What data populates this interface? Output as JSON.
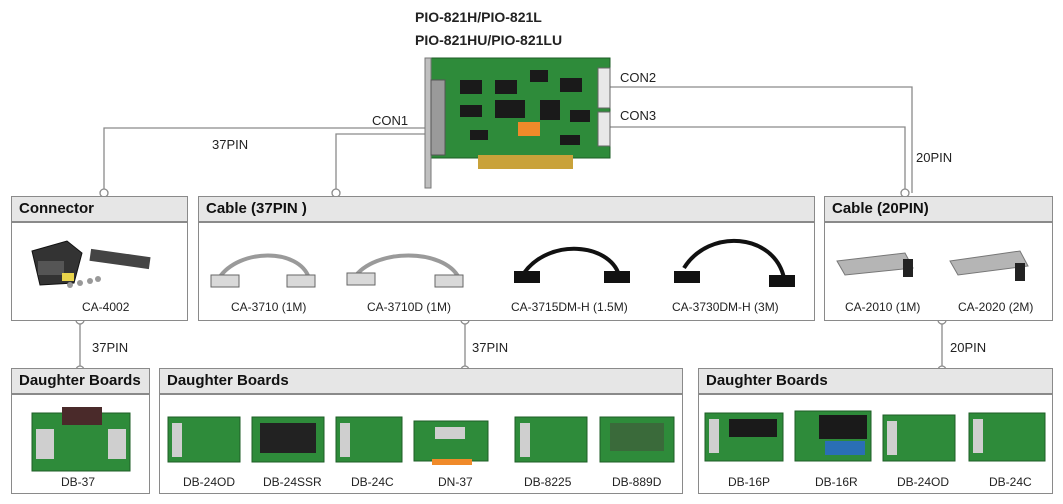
{
  "board": {
    "title_line1": "PIO-821H/PIO-821L",
    "title_line2": "PIO-821HU/PIO-821LU",
    "con1": "CON1",
    "con2": "CON2",
    "con3": "CON3",
    "pin_37": "37PIN",
    "pin_20": "20PIN"
  },
  "sections": {
    "connector": {
      "header": "Connector",
      "items": [
        {
          "label": "CA-4002"
        }
      ]
    },
    "cable37": {
      "header": "Cable (37PIN )",
      "items": [
        {
          "label": "CA-3710 (1M)"
        },
        {
          "label": "CA-3710D (1M)"
        },
        {
          "label": "CA-3715DM-H (1.5M)"
        },
        {
          "label": "CA-3730DM-H (3M)"
        }
      ]
    },
    "cable20": {
      "header": "Cable (20PIN)",
      "items": [
        {
          "label": "CA-2010 (1M)"
        },
        {
          "label": "CA-2020 (2M)"
        }
      ]
    },
    "db_left": {
      "header": "Daughter Boards",
      "items": [
        {
          "label": "DB-37"
        }
      ]
    },
    "db_mid": {
      "header": "Daughter Boards",
      "items": [
        {
          "label": "DB-24OD"
        },
        {
          "label": "DB-24SSR"
        },
        {
          "label": "DB-24C"
        },
        {
          "label": "DN-37"
        },
        {
          "label": "DB-8225"
        },
        {
          "label": "DB-889D"
        }
      ]
    },
    "db_right": {
      "header": "Daughter Boards",
      "items": [
        {
          "label": "DB-16P"
        },
        {
          "label": "DB-16R"
        },
        {
          "label": "DB-24OD"
        },
        {
          "label": "DB-24C"
        }
      ]
    }
  },
  "links": {
    "left_pin": "37PIN",
    "mid_pin": "37PIN",
    "right_pin": "20PIN"
  },
  "colors": {
    "pcb": "#2e8b3a",
    "header_bg": "#e6e6e6",
    "line": "#8a8a8a"
  }
}
